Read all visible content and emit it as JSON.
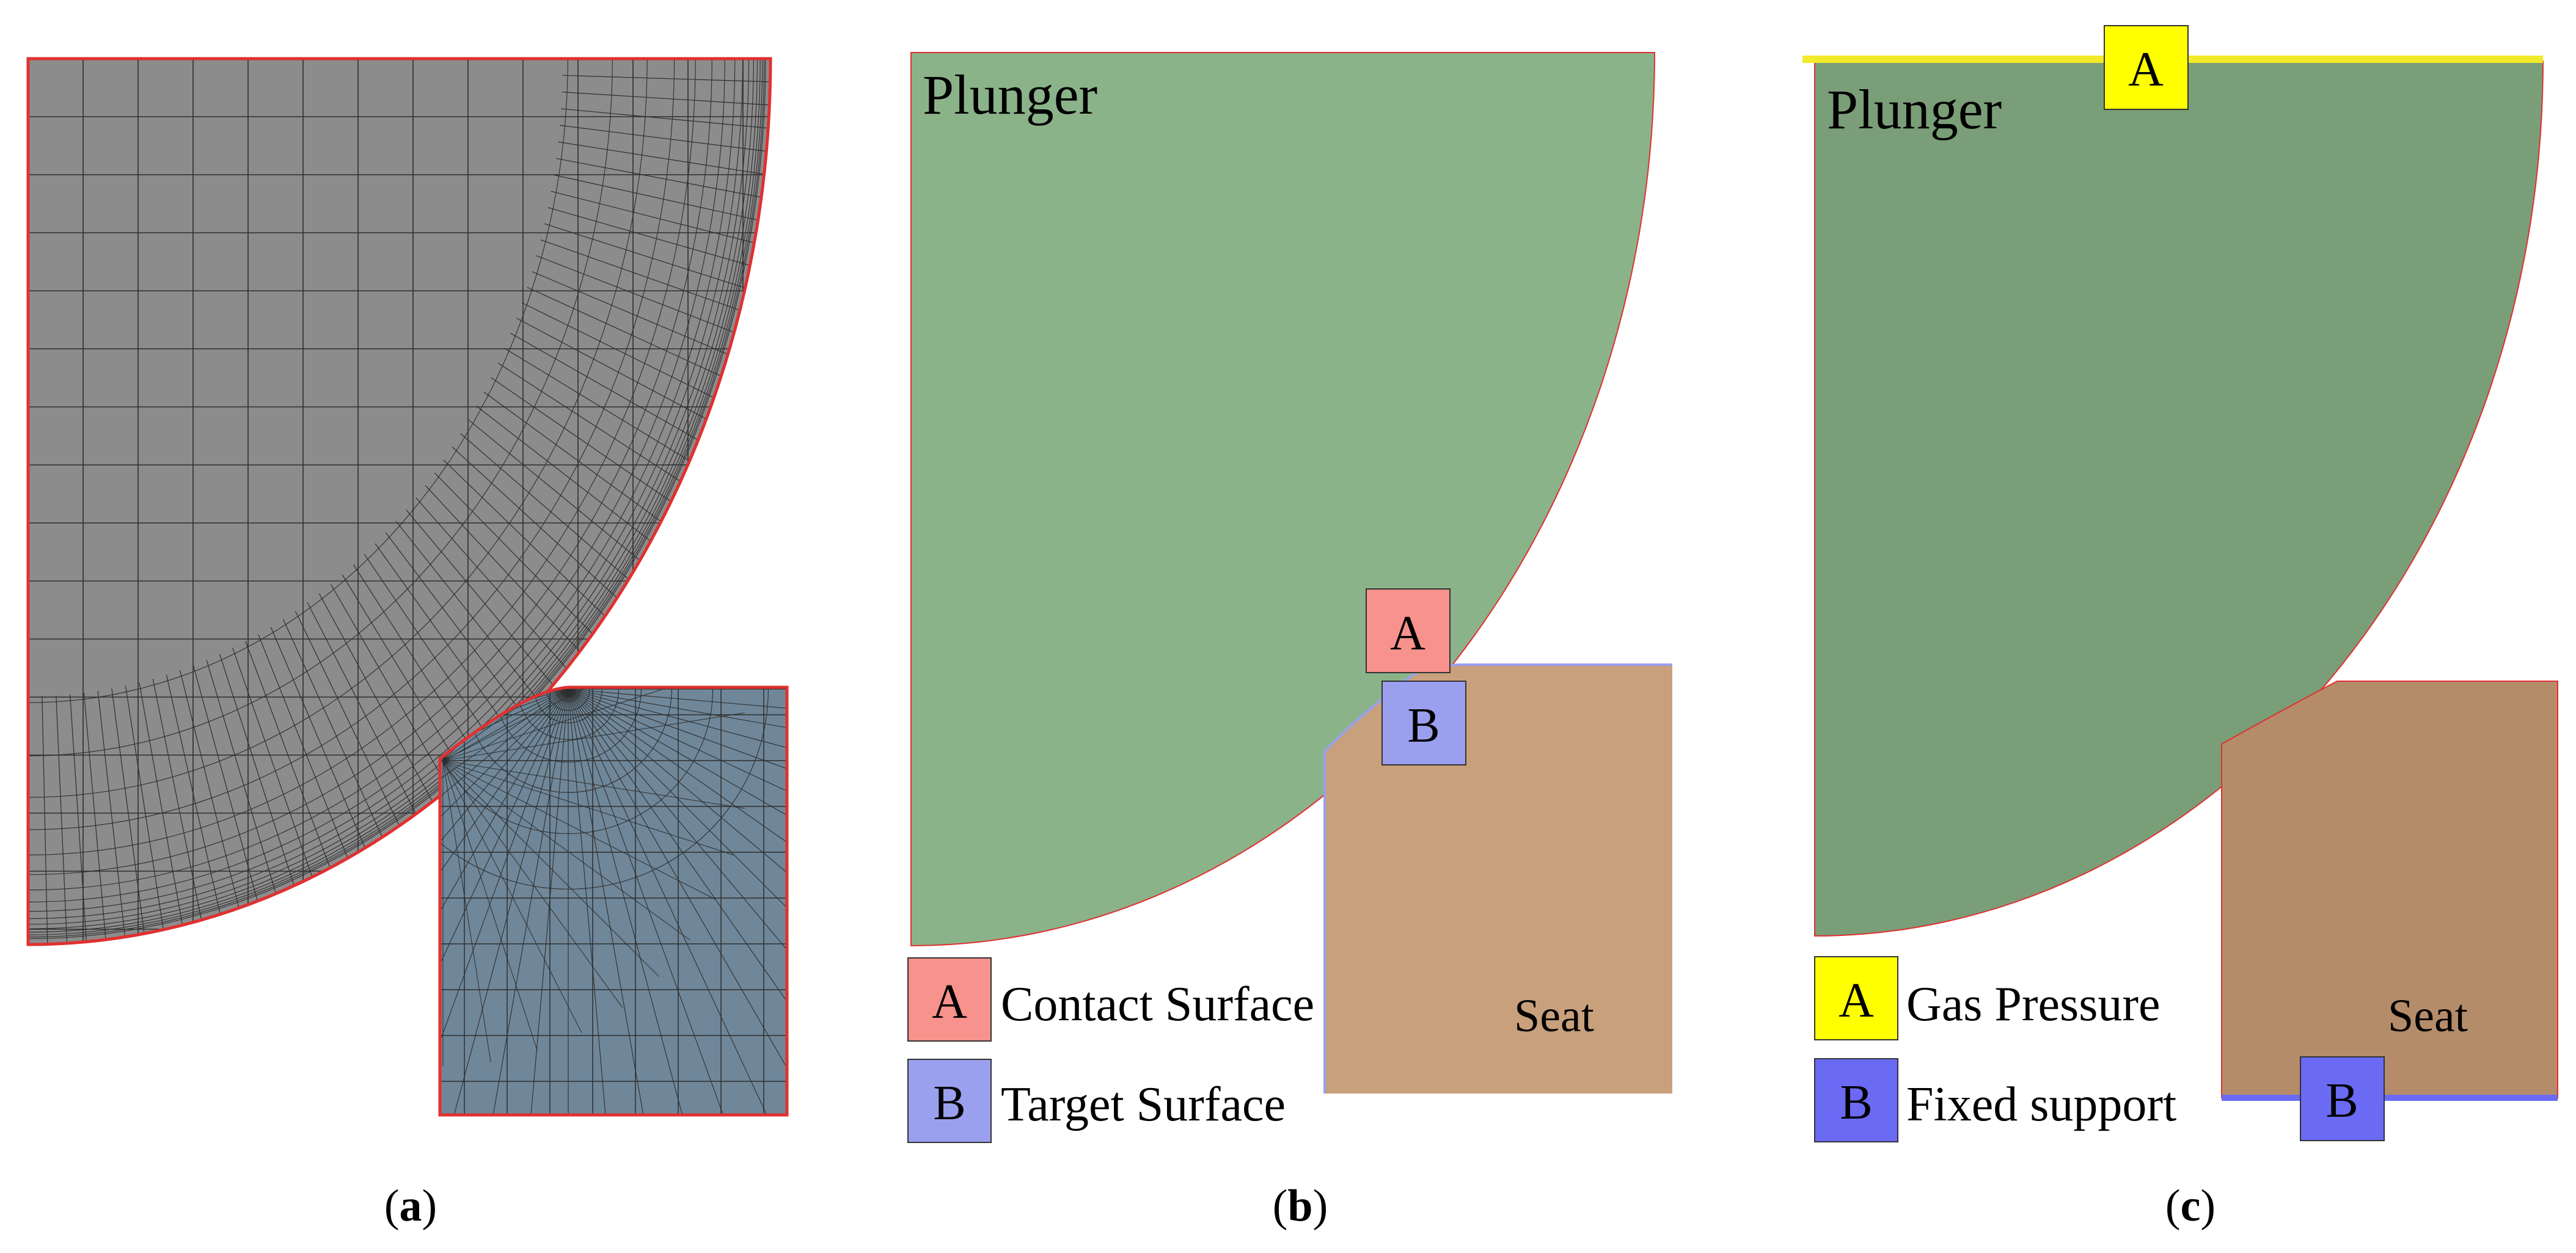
{
  "panels": {
    "a": {
      "caption": "a"
    },
    "b": {
      "caption": "b",
      "plunger_label": "Plunger",
      "seat_label": "Seat",
      "markers": {
        "A": "A",
        "B": "B"
      },
      "legend": [
        {
          "key": "A",
          "text": "Contact Surface"
        },
        {
          "key": "B",
          "text": "Target Surface"
        }
      ]
    },
    "c": {
      "caption": "c",
      "plunger_label": "Plunger",
      "seat_label": "Seat",
      "markers": {
        "A": "A",
        "B": "B"
      },
      "legend": [
        {
          "key": "A",
          "text": "Gas Pressure"
        },
        {
          "key": "B",
          "text": "Fixed support"
        }
      ]
    }
  },
  "colors": {
    "mesh_plunger_fill": "#8c8c8c",
    "mesh_seat_fill": "#6f8799",
    "mesh_line": "#2e2e2e",
    "outline_red": "#e03030",
    "plunger_b": "#8bb38a",
    "plunger_c": "#7a9e78",
    "seat_b": "#c9a07c",
    "seat_c": "#b58c6a",
    "marker_a_b": "#f7928c",
    "marker_b_b": "#9aa0ee",
    "marker_a_c": "#ffff00",
    "marker_b_c": "#6a6af5",
    "gas_pressure_line": "#f2ea2a",
    "fixed_support_line": "#6a6af5"
  }
}
